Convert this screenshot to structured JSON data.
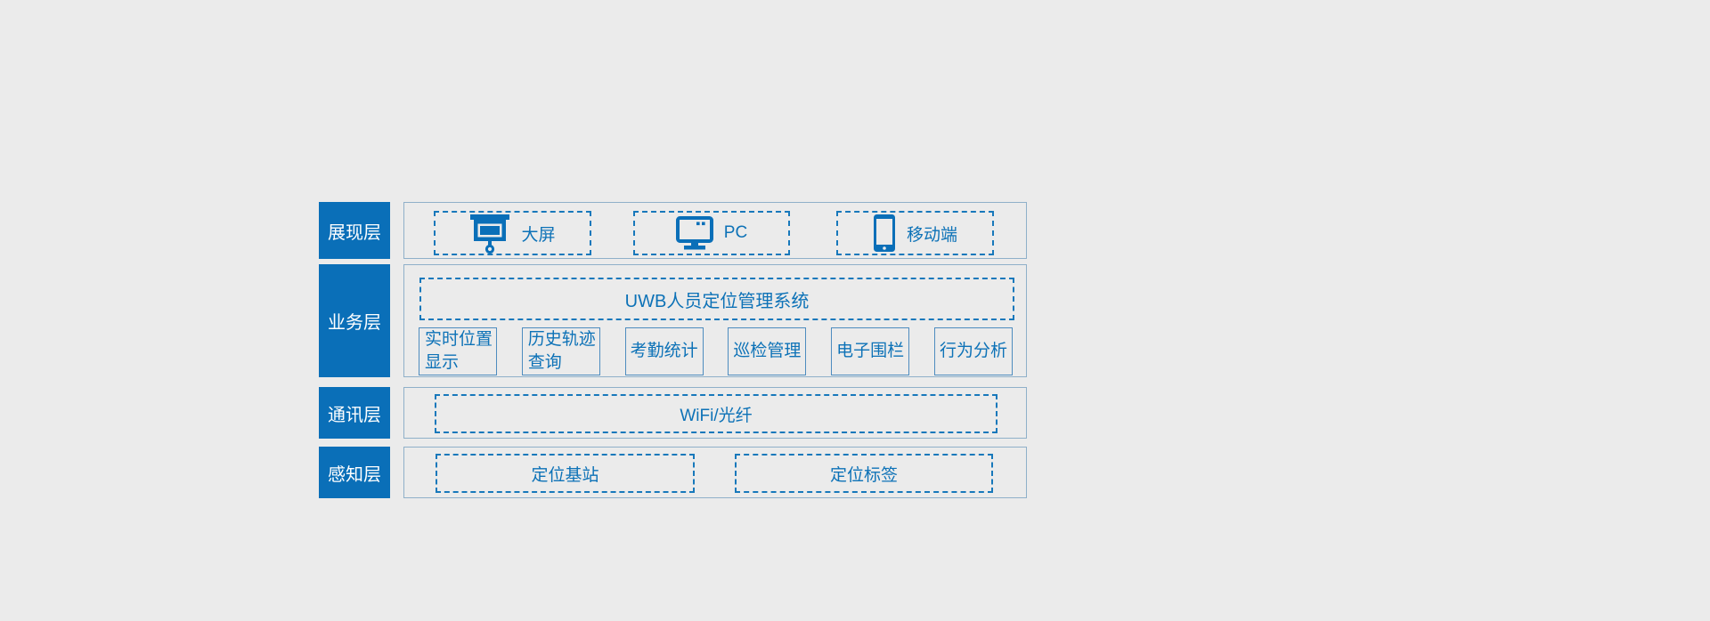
{
  "colors": {
    "background": "#ebebeb",
    "primary_blue": "#0a6fb8",
    "text_blue": "#0d72b7",
    "dashed_border": "#1778bb",
    "container_border": "#8fb0c9",
    "module_border": "#4e8cbf",
    "label_text": "#ffffff"
  },
  "diagram": {
    "layers": [
      {
        "label": "展现层",
        "items": [
          {
            "icon": "projector-screen-icon",
            "label": "大屏"
          },
          {
            "icon": "desktop-monitor-icon",
            "label": "PC"
          },
          {
            "icon": "smartphone-icon",
            "label": "移动端"
          }
        ]
      },
      {
        "label": "业务层",
        "system_title": "UWB人员定位管理系统",
        "modules": [
          "实时位置\n显示",
          "历史轨迹\n查询",
          "考勤统计",
          "巡检管理",
          "电子围栏",
          "行为分析"
        ]
      },
      {
        "label": "通讯层",
        "items": [
          {
            "label": "WiFi/光纤"
          }
        ]
      },
      {
        "label": "感知层",
        "items": [
          {
            "label": "定位基站"
          },
          {
            "label": "定位标签"
          }
        ]
      }
    ]
  }
}
